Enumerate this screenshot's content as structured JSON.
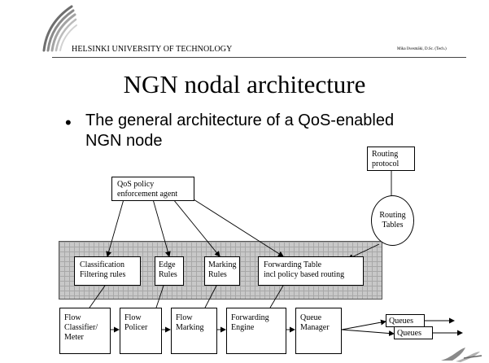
{
  "header": {
    "university": "HELSINKI UNIVERSITY OF TECHNOLOGY",
    "author": "Mika Ilvesmäki, D.Sc. (Tech.)"
  },
  "slide": {
    "title": "NGN nodal architecture",
    "bullet": "The general architecture of a QoS-enabled NGN node"
  },
  "diagram": {
    "qos_agent": "QoS policy\nenforcement agent",
    "routing_protocol": "Routing\nprotocol",
    "routing_tables": "Routing\nTables",
    "rules": {
      "classification": "Classification\nFiltering rules",
      "edge": "Edge\nRules",
      "marking": "Marking\nRules",
      "forwarding_table": "Forwarding Table\nincl policy based routing"
    },
    "pipeline": {
      "flow_classifier": "Flow\nClassifier/\nMeter",
      "flow_policer": "Flow\nPolicer",
      "flow_marking": "Flow\nMarking",
      "forwarding_engine": "Forwarding\nEngine",
      "queue_manager": "Queue\nManager"
    },
    "queues": [
      "Queues",
      "Queues"
    ]
  }
}
